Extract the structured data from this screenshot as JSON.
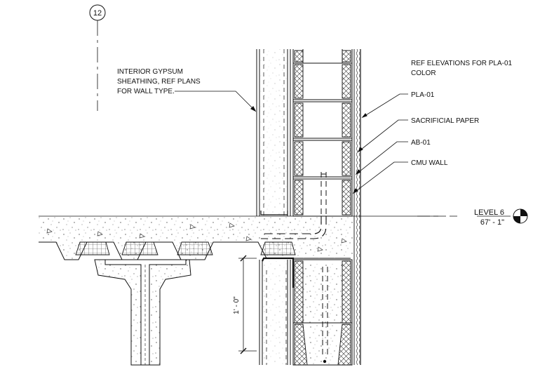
{
  "grid": {
    "bubble_label": "12"
  },
  "notes": {
    "gypsum": [
      "INTERIOR GYPSUM",
      "SHEATHING, REF PLANS",
      "FOR WALL TYPE."
    ],
    "ref_elevations": [
      "REF ELEVATIONS FOR PLA-01",
      "COLOR"
    ],
    "pla": "PLA-01",
    "paper": "SACRIFICIAL PAPER",
    "ab": "AB-01",
    "cmu": "CMU WALL"
  },
  "level": {
    "name": "LEVEL 6",
    "elevation": "67' - 1\""
  },
  "dimension": {
    "label": "1' - 0\""
  },
  "colors": {
    "line": "#111111",
    "hatch": "#333333",
    "paper": "#ffffff"
  }
}
